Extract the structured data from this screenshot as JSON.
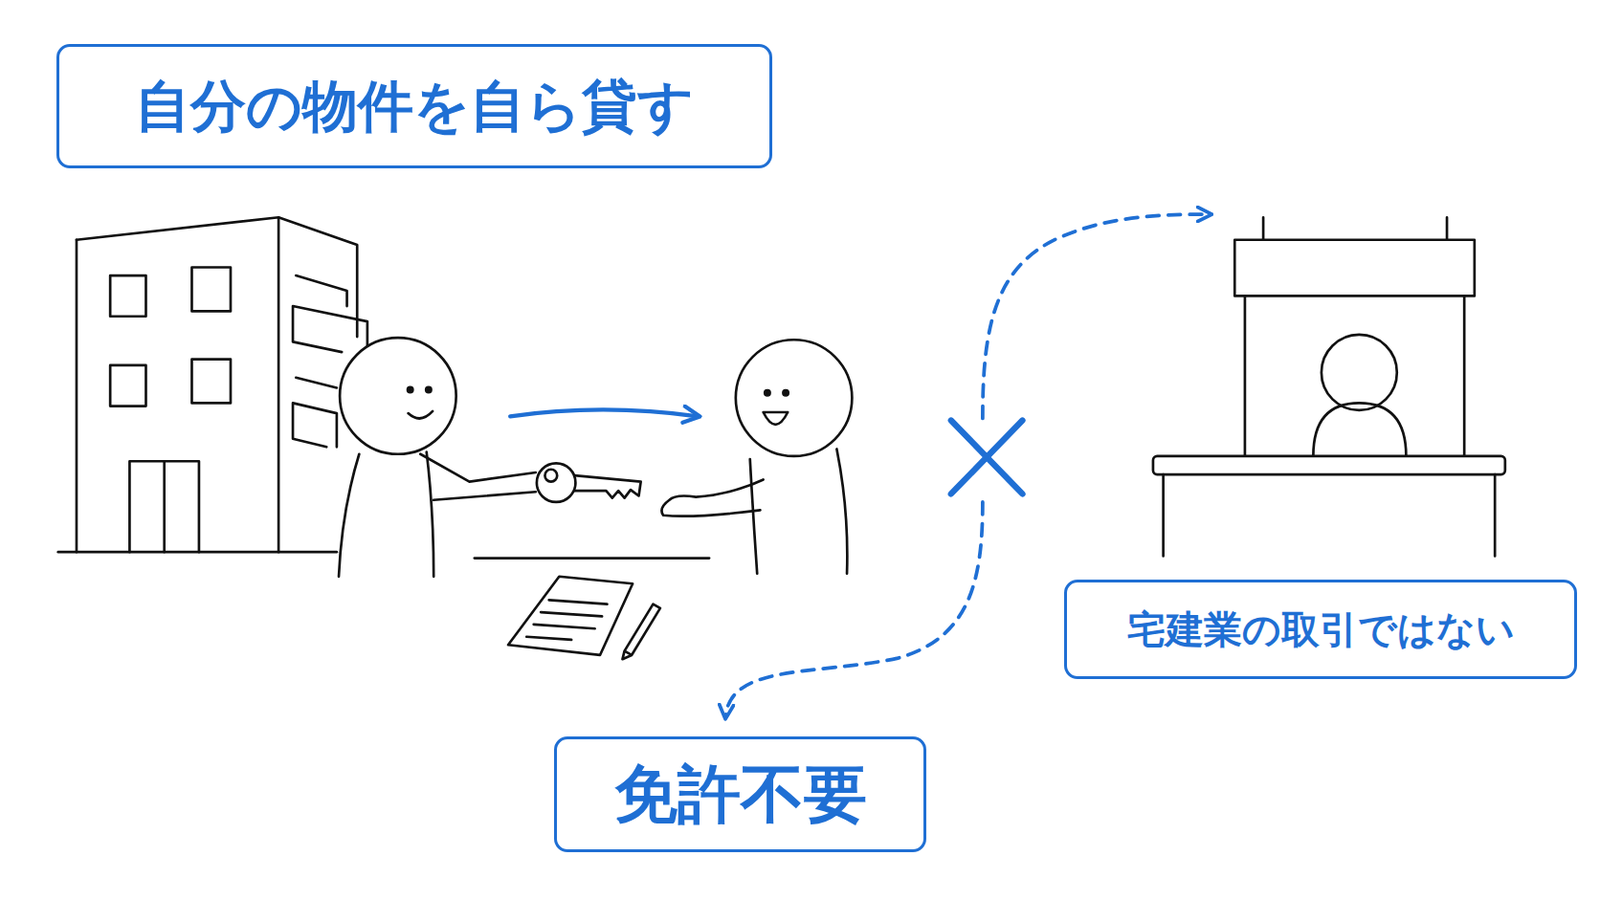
{
  "diagram": {
    "nodes": [
      {
        "text": [
          "自分の物件を自ら貸す"
        ]
      },
      {
        "text": [
          "宅建業の取引ではない"
        ]
      },
      {
        "text": [
          "免許不要"
        ]
      }
    ]
  }
}
